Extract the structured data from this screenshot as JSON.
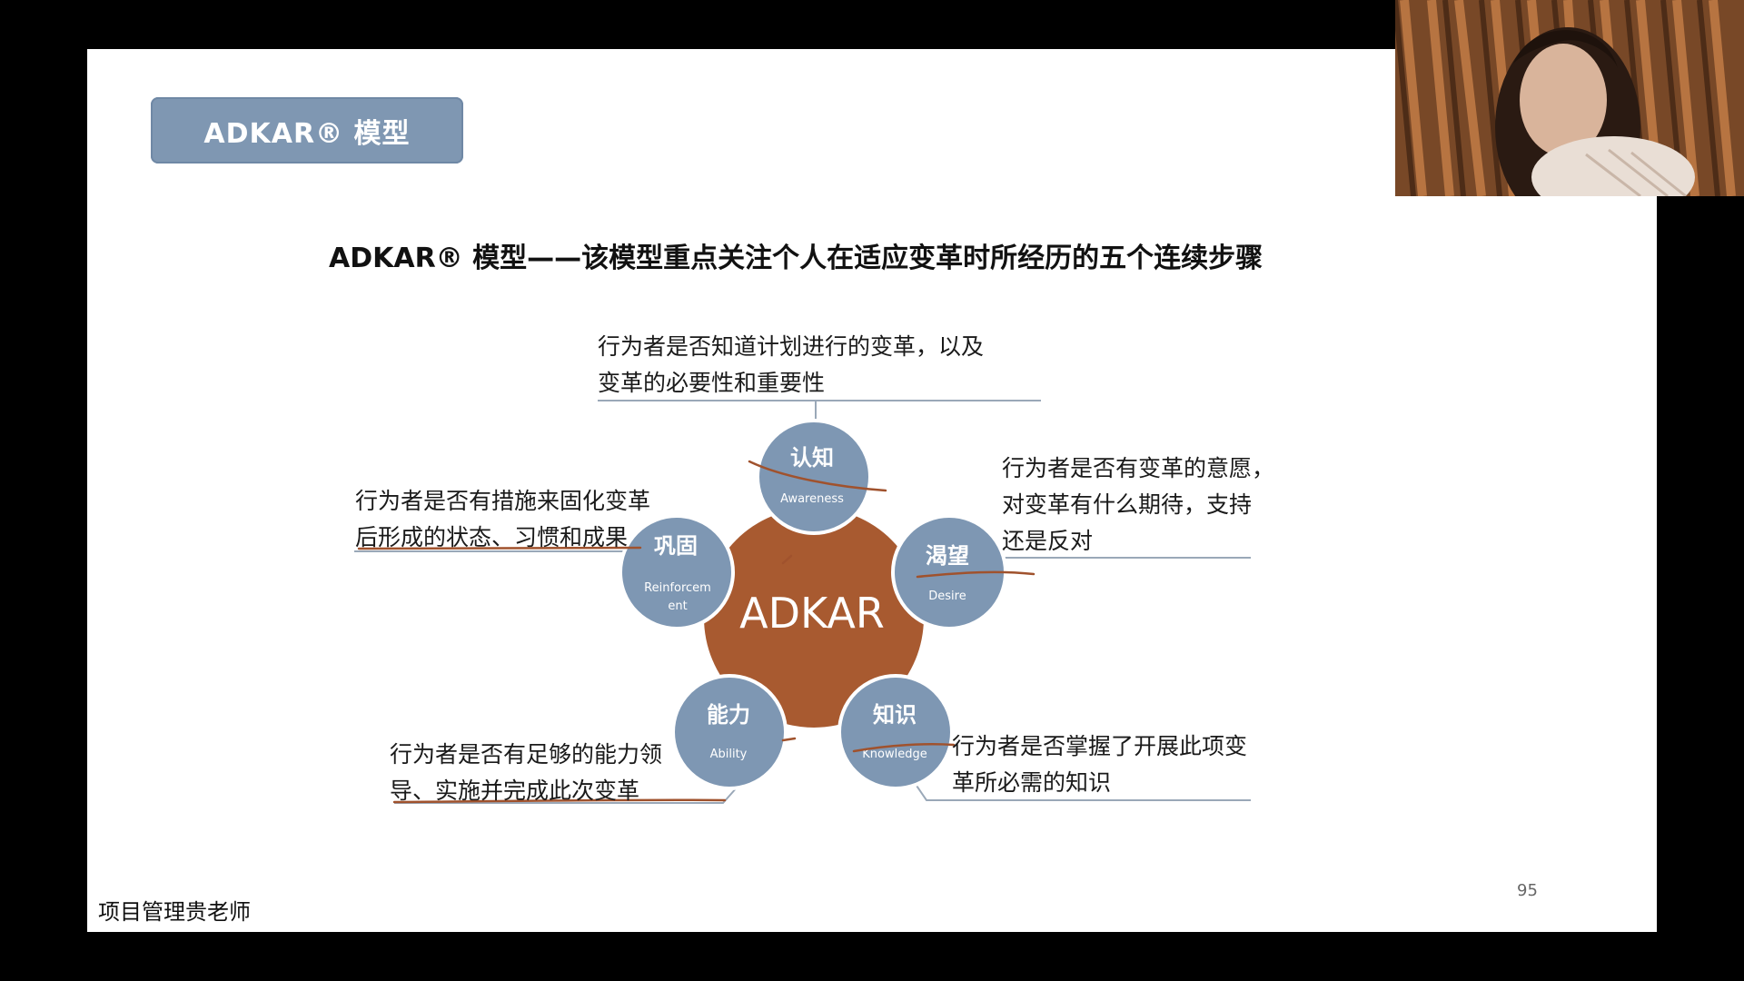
{
  "slide": {
    "tag_label": "ADKAR® 模型",
    "headline": "ADKAR® 模型——该模型重点关注个人在适应变革时所经历的五个连续步骤",
    "center_label": "ADKAR",
    "page_number": "95",
    "footer_presenter": "项目管理贵老师"
  },
  "nodes": [
    {
      "id": "awareness",
      "cn": "认知",
      "en": "Awareness",
      "desc_lines": [
        "行为者是否知道计划进行的变革，以及",
        "变革的必要性和重要性"
      ]
    },
    {
      "id": "desire",
      "cn": "渴望",
      "en": "Desire",
      "desc_lines": [
        "行为者是否有变革的意愿，",
        "对变革有什么期待，支持",
        "还是反对"
      ]
    },
    {
      "id": "knowledge",
      "cn": "知识",
      "en": "Knowledge",
      "desc_lines": [
        "行为者是否掌握了开展此项变",
        "革所必需的知识"
      ]
    },
    {
      "id": "ability",
      "cn": "能力",
      "en": "Ability",
      "desc_lines": [
        "行为者是否有足够的能力领",
        "导、实施并完成此次变革"
      ]
    },
    {
      "id": "reinforcement",
      "cn": "巩固",
      "en_lines": [
        "Reinforcem",
        "ent"
      ],
      "desc_lines": [
        "行为者是否有措施来固化变革",
        "后形成的状态、习惯和成果"
      ]
    }
  ],
  "colors": {
    "center": "#a85a30",
    "node": "#7e97b3",
    "tag": "#7f97b2",
    "connector": "#9aa8b8",
    "annotation": "#a0522d"
  }
}
